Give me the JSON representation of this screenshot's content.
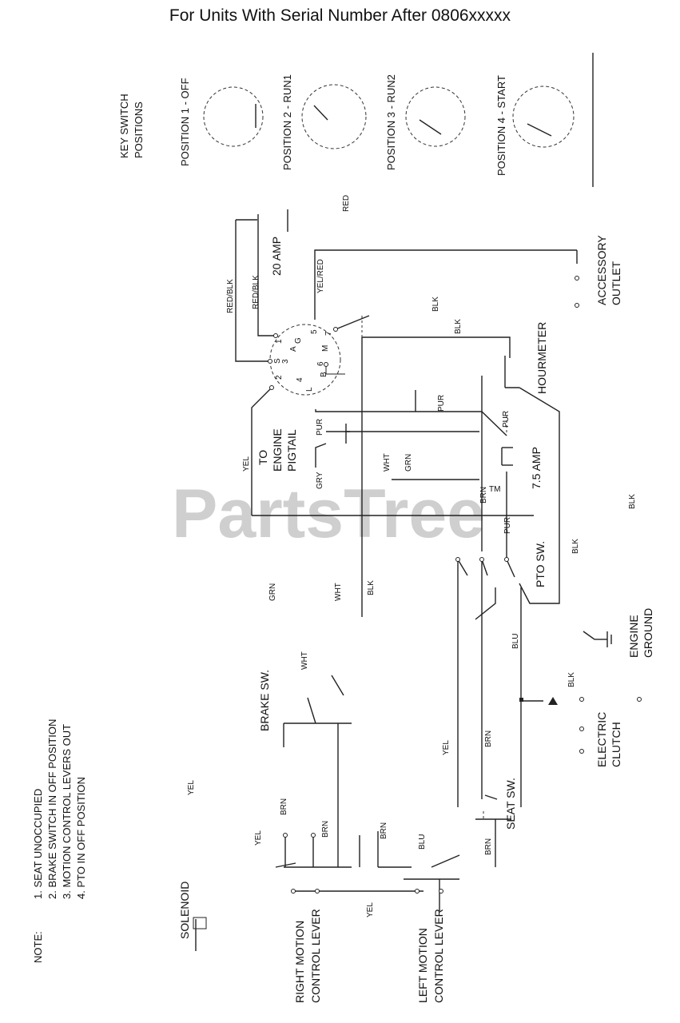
{
  "title": "For Units With Serial Number After 0806xxxxx",
  "key_switch": {
    "heading": [
      "KEY SWITCH",
      "POSITIONS"
    ],
    "positions": [
      "POSITION 1 - OFF",
      "POSITION 2 - RUN1",
      "POSITION 3 - RUN2",
      "POSITION 4 - START"
    ]
  },
  "note": {
    "heading": "NOTE:",
    "items": [
      "1. SEAT UNOCCUPIED",
      "2. BRAKE SWITCH IN OFF POSITION",
      "3. MOTION CONTROL LEVERS OUT",
      "4. PTO IN OFF POSITION"
    ]
  },
  "components": {
    "fuse_20": "20 AMP",
    "fuse_75": "7.5 AMP",
    "accessory_outlet": [
      "ACCESSORY",
      "OUTLET"
    ],
    "hourmeter": "HOURMETER",
    "engine_pigtail": [
      "TO",
      "ENGINE",
      "PIGTAIL"
    ],
    "pto_switch": "PTO SW.",
    "engine_ground": [
      "ENGINE",
      "GROUND"
    ],
    "electric_clutch": [
      "ELECTRIC",
      "CLUTCH"
    ],
    "brake_switch": "BRAKE SW.",
    "seat_switch": "SEAT SW.",
    "solenoid": "SOLENOID",
    "right_lever": [
      "RIGHT MOTION",
      "CONTROL LEVER"
    ],
    "left_lever": [
      "LEFT MOTION",
      "CONTROL LEVER"
    ]
  },
  "wire_labels": {
    "red": "RED",
    "red_blk_1": "RED/BLK",
    "red_blk_2": "RED/BLK",
    "yel_red": "YEL/RED",
    "blk_1": "BLK",
    "blk_2": "BLK",
    "blk_3": "BLK",
    "blk_4": "BLK",
    "blk_5": "BLK",
    "blk_6": "BLK",
    "pur_1": "PUR",
    "pur_2": "PUR",
    "pur_3": "PUR",
    "pur_4": "PUR",
    "yel_1": "YEL",
    "yel_2": "YEL",
    "yel_3": "YEL",
    "yel_4": "YEL",
    "yel_5": "YEL",
    "gry": "GRY",
    "wht_1": "WHT",
    "wht_2": "WHT",
    "wht_3": "WHT",
    "grn_1": "GRN",
    "grn_2": "GRN",
    "brn_1": "BRN",
    "brn_2": "BRN",
    "brn_3": "BRN",
    "brn_4": "BRN",
    "brn_5": "BRN",
    "brn_6": "BRN",
    "blu_1": "BLU",
    "blu_2": "BLU"
  },
  "switch_pins": {
    "b": "B",
    "s": "S",
    "l": "L",
    "a": "A",
    "g": "G",
    "m": "M",
    "n1": "1",
    "n2": "2",
    "n3": "3",
    "n4": "4",
    "n5": "5",
    "n6": "6",
    "n7": "7"
  },
  "watermark": {
    "text": "PartsTree",
    "tm": "TM"
  }
}
